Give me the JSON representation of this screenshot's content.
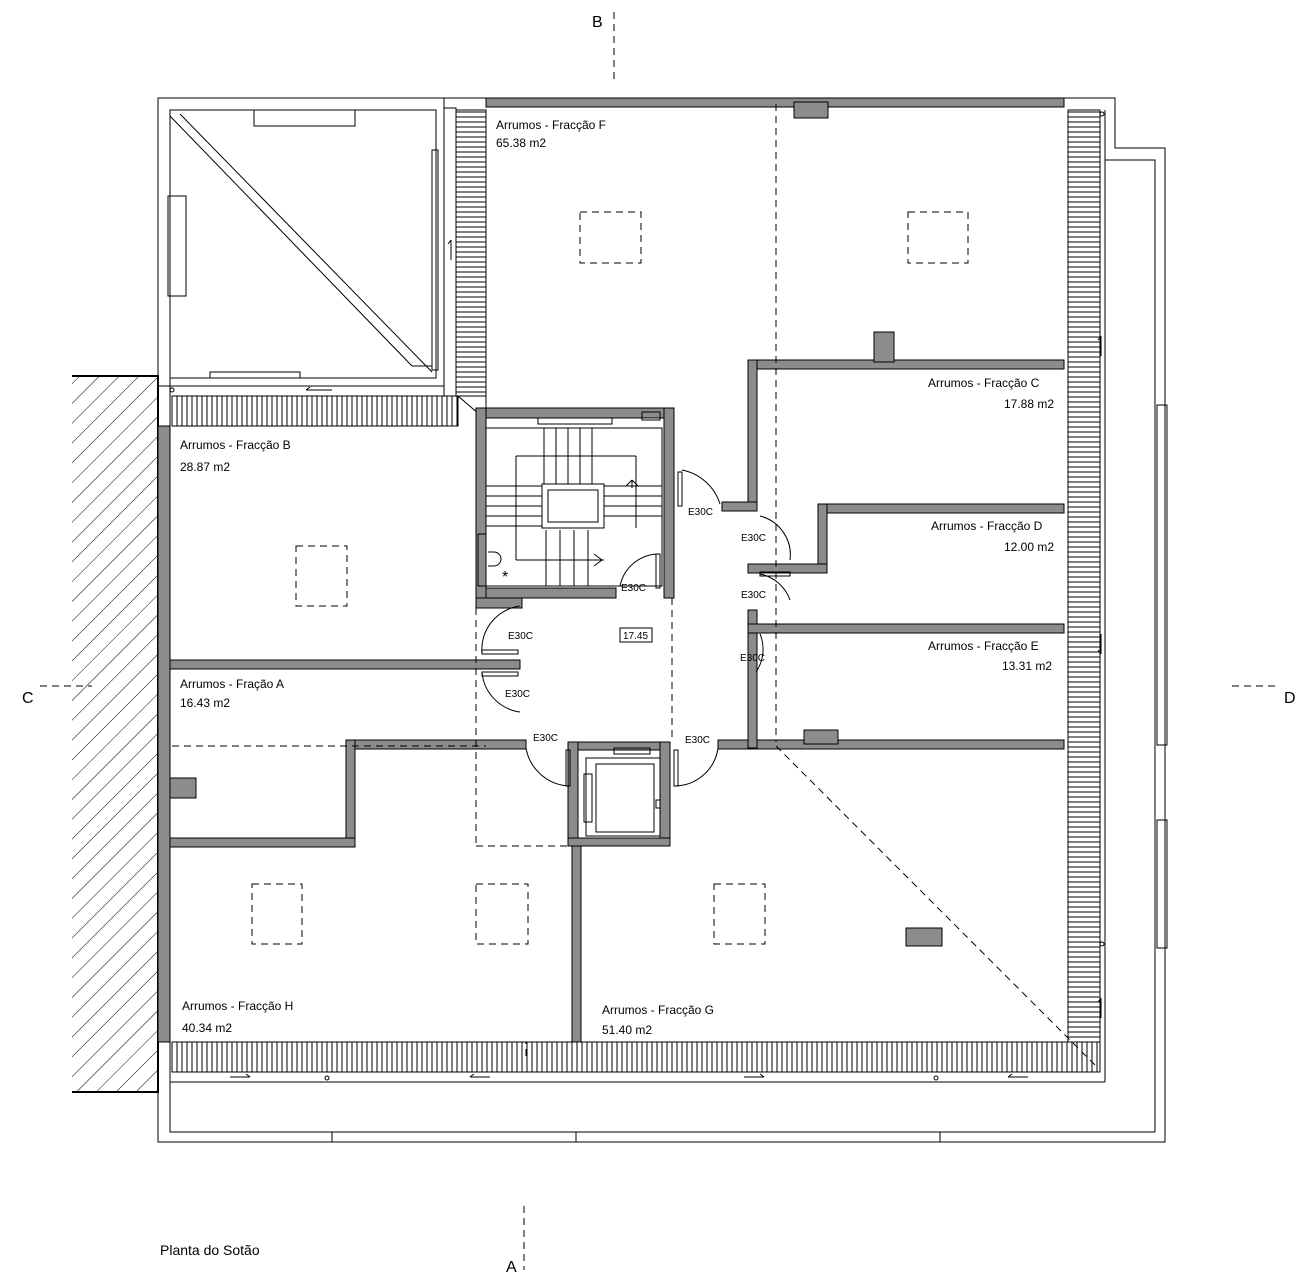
{
  "drawing": {
    "title": "Planta do Sotão",
    "section_marks": {
      "top": "B",
      "bottom": "A",
      "left": "C",
      "right": "D"
    },
    "door_code": "E30C",
    "hall_area": "17.45"
  },
  "rooms": [
    {
      "name": "Arrumos - Fracção F",
      "area": "65.38 m2"
    },
    {
      "name": "Arrumos - Fracção B",
      "area": "28.87 m2"
    },
    {
      "name": "Arrumos - Fracção C",
      "area": "17.88 m2"
    },
    {
      "name": "Arrumos - Fracção D",
      "area": "12.00 m2"
    },
    {
      "name": "Arrumos - Fracção E",
      "area": "13.31 m2"
    },
    {
      "name": "Arrumos - Fração A",
      "area": "16.43 m2"
    },
    {
      "name": "Arrumos - Fracção H",
      "area": "40.34 m2"
    },
    {
      "name": "Arrumos - Fracção G",
      "area": "51.40 m2"
    }
  ]
}
